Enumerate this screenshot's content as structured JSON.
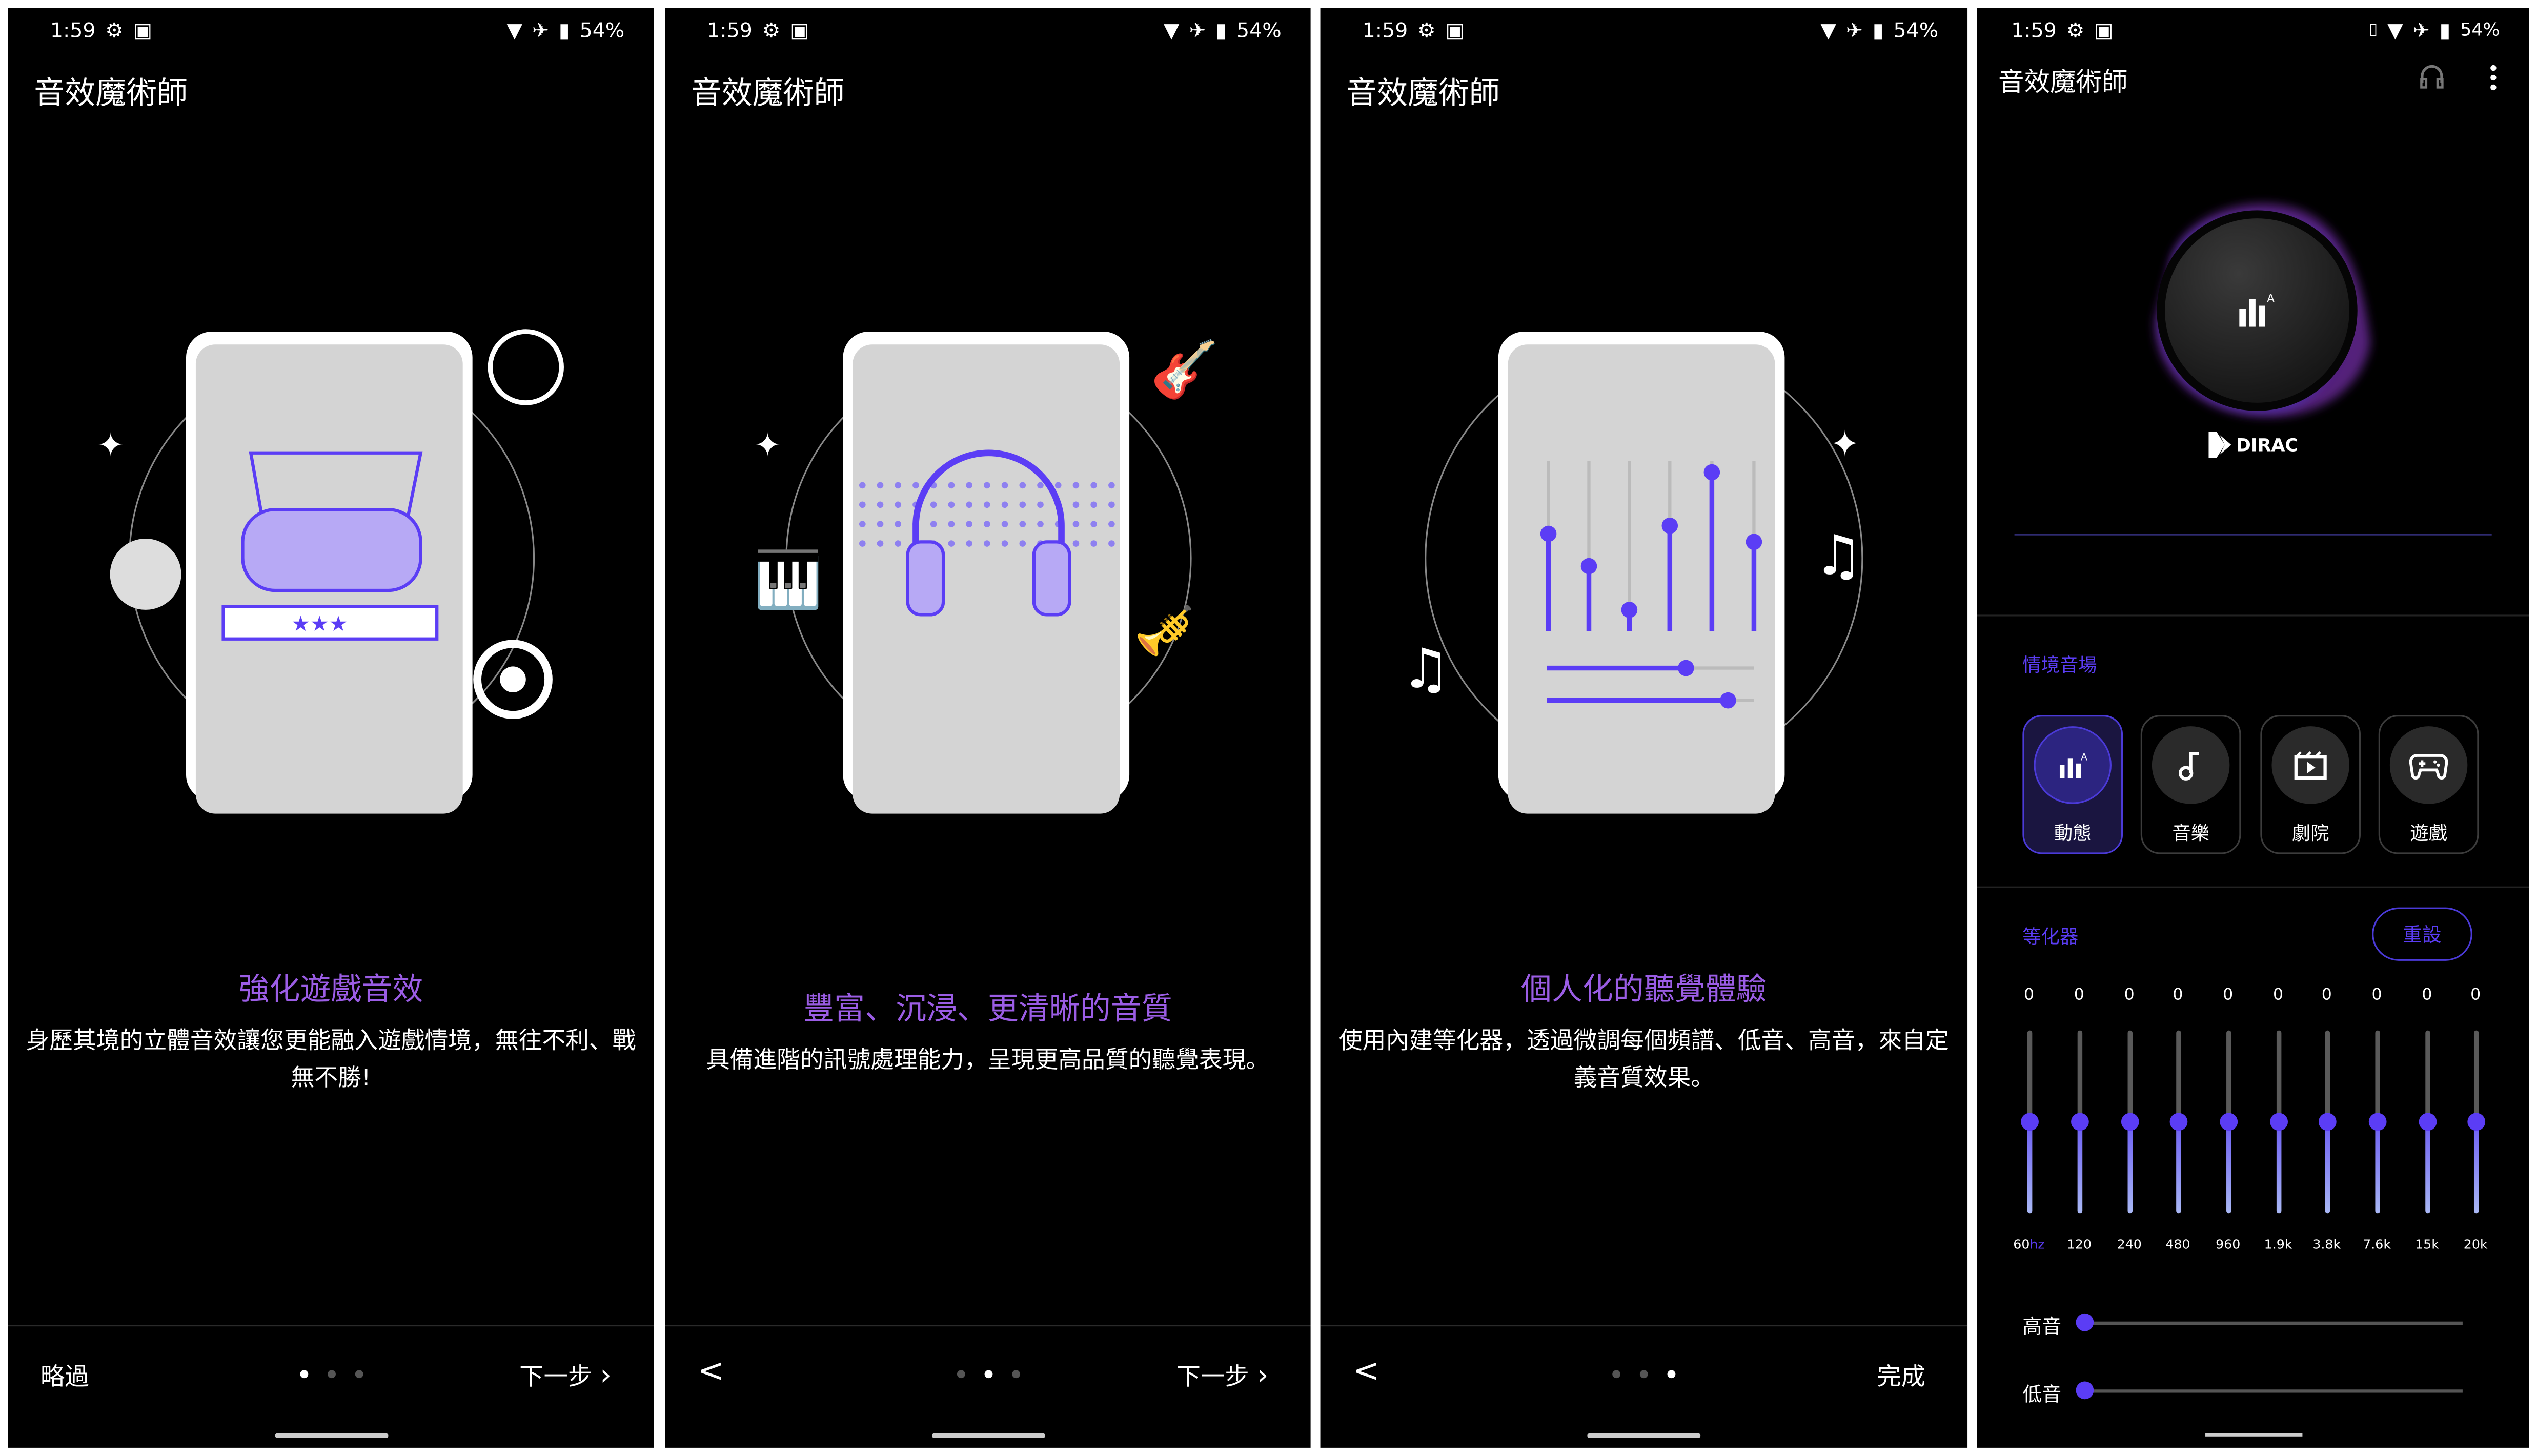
{
  "status": {
    "time": "1:59",
    "battery": "54%"
  },
  "app_title": "音效魔術師",
  "onboarding": [
    {
      "heading": "強化遊戲音效",
      "description": "身歷其境的立體音效讓您更能融入遊戲情境，無往不利、戰無不勝!",
      "left_button": "略過",
      "right_button": "下一步",
      "active_page": 1
    },
    {
      "heading": "豐富、沉浸、更清晰的音質",
      "description": "具備進階的訊號處理能力，呈現更高品質的聽覺表現。",
      "left_button": "<",
      "right_button": "下一步",
      "active_page": 2
    },
    {
      "heading": "個人化的聽覺體驗",
      "description": "使用內建等化器，透過微調每個頻譜、低音、高音，來自定義音質效果。",
      "left_button": "<",
      "right_button": "完成",
      "active_page": 3
    }
  ],
  "main": {
    "brand": "DIRAC",
    "scene_section": "情境音場",
    "modes": [
      {
        "label": "動態",
        "icon": "dynamic-icon",
        "selected": true
      },
      {
        "label": "音樂",
        "icon": "music-note-icon",
        "selected": false
      },
      {
        "label": "劇院",
        "icon": "movie-clapper-icon",
        "selected": false
      },
      {
        "label": "遊戲",
        "icon": "gamepad-icon",
        "selected": false
      }
    ],
    "eq_section": "等化器",
    "reset": "重設",
    "eq_bands": [
      {
        "freq": "60",
        "unit": "hz",
        "value": "0"
      },
      {
        "freq": "120",
        "value": "0"
      },
      {
        "freq": "240",
        "value": "0"
      },
      {
        "freq": "480",
        "value": "0"
      },
      {
        "freq": "960",
        "value": "0"
      },
      {
        "freq": "1.9k",
        "value": "0"
      },
      {
        "freq": "3.8k",
        "value": "0"
      },
      {
        "freq": "7.6k",
        "value": "0"
      },
      {
        "freq": "15k",
        "value": "0"
      },
      {
        "freq": "20k",
        "value": "0"
      }
    ],
    "treble_label": "高音",
    "treble_level": 0,
    "bass_label": "低音",
    "bass_level": 0
  },
  "colors": {
    "accent": "#5b3df5",
    "heading": "#9b5de5",
    "background": "#000000"
  }
}
